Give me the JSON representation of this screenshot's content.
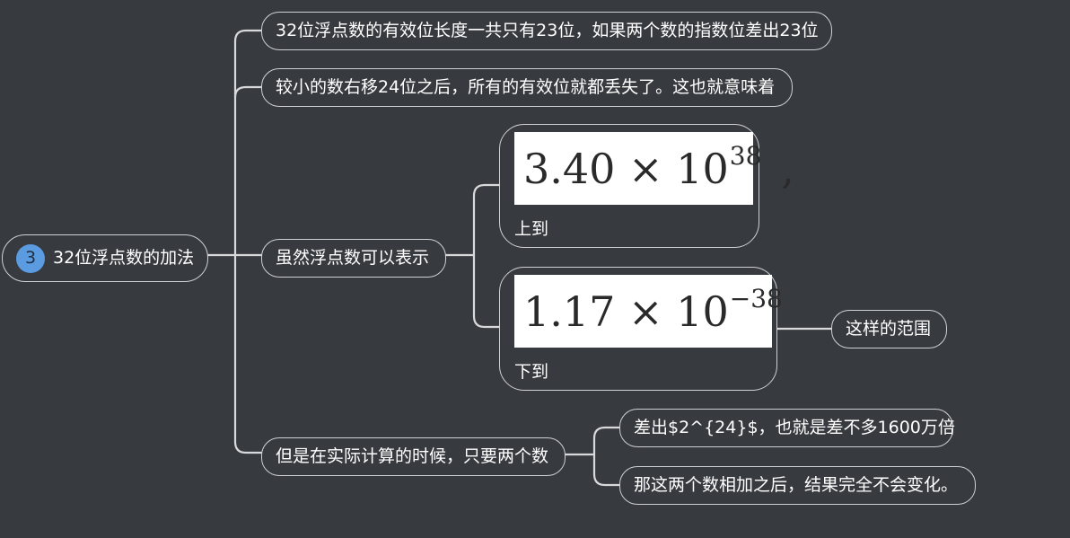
{
  "root": {
    "badge": "3",
    "label": "32位浮点数的加法"
  },
  "nodes": {
    "n1": "32位浮点数的有效位长度一共只有23位，如果两个数的指数位差出23位",
    "n2": "较小的数右移24位之后，所有的有效位就都丢失了。这也就意味着",
    "n3": "虽然浮点数可以表示",
    "n3_upper": {
      "formula_base": "3.40 × 10",
      "formula_exp": "38",
      "formula_tail": ",",
      "caption": "上到"
    },
    "n3_lower": {
      "formula_base": "1.17 × 10",
      "formula_exp": "−38",
      "caption": "下到"
    },
    "n3_range": "这样的范围",
    "n4": "但是在实际计算的时候，只要两个数",
    "n4_a": "差出$2^{24}$，也就是差不多1600万倍",
    "n4_b": "那这两个数相加之后，结果完全不会变化。"
  },
  "colors": {
    "background": "#373a3f",
    "border": "#cfd1d4",
    "badge": "#5b9be0"
  }
}
